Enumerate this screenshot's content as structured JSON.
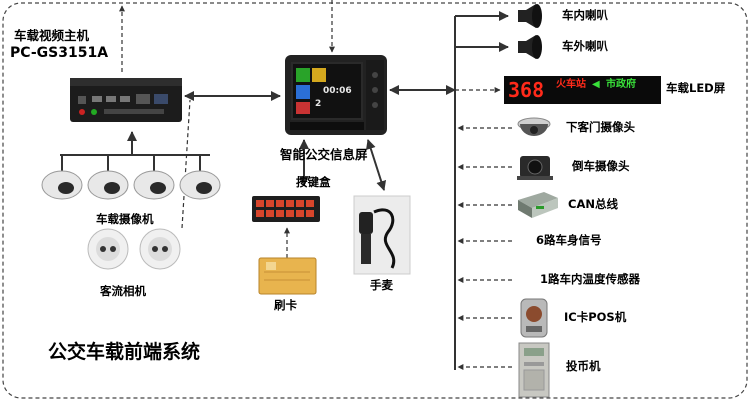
{
  "host": {
    "line1": "车载视频主机",
    "line2": "PC-GS3151A"
  },
  "terminal": {
    "label": "智能公交信息屏",
    "screen_clock": "00:06",
    "screen_number": "2"
  },
  "left_devices": {
    "cameras_label": "车载摄像机",
    "counter_label": "客流相机"
  },
  "center_devices": {
    "keypad_label": "按键盒",
    "card_label": "刷卡",
    "mic_label": "手麦"
  },
  "right_devices": [
    "车内喇叭",
    "车外喇叭",
    "车载LED屏",
    "下客门摄像头",
    "倒车摄像头",
    "CAN总线",
    "6路车身信号",
    "1路车内温度传感器",
    "IC卡POS机",
    "投币机"
  ],
  "led_sign": {
    "route": "368",
    "text": "火车站",
    "dest": "市政府"
  },
  "system_title": "公交车载前端系统",
  "colors": {
    "led_red": "#ff2a1a",
    "led_green": "#39e03a",
    "led_bg": "#0a0a0a",
    "dashed": "#444444"
  }
}
